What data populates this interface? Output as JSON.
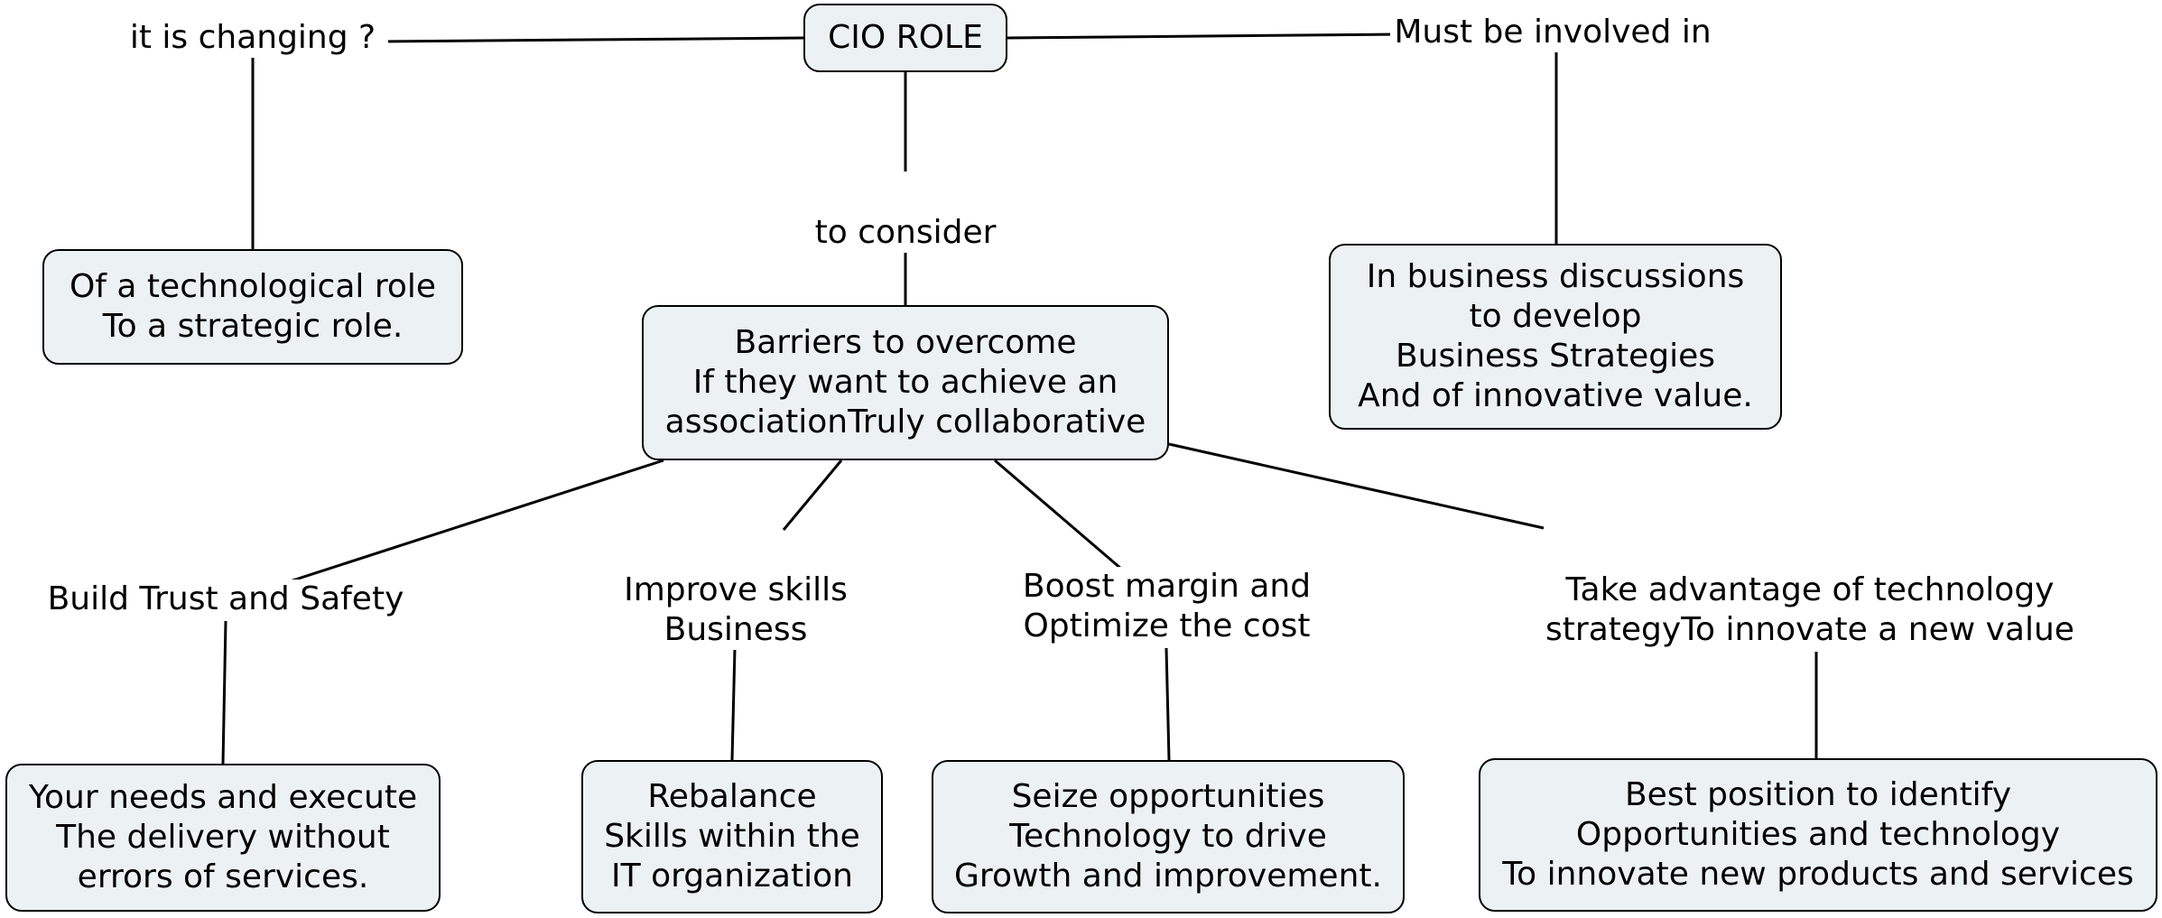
{
  "root": {
    "label": "CIO ROLE"
  },
  "links": {
    "changing": "it is changing ?",
    "involved": "Must be involved in",
    "consider": "to consider",
    "trust": "Build Trust and Safety",
    "skills": [
      "Improve skills",
      "Business"
    ],
    "margin": [
      "Boost margin and",
      "Optimize the cost"
    ],
    "advantage": [
      "Take advantage of technology",
      "strategyTo innovate a new value"
    ]
  },
  "concepts": {
    "technological": [
      "Of a technological role",
      "To a strategic role."
    ],
    "business": [
      "In business discussions",
      "to develop",
      "Business Strategies",
      "And of innovative value."
    ],
    "barriers": [
      "Barriers to overcome",
      "If they want to achieve an",
      "associationTruly collaborative"
    ],
    "needs": [
      "Your needs and execute",
      "The delivery without",
      "errors of services."
    ],
    "rebalance": [
      "Rebalance",
      "Skills within the",
      "IT organization"
    ],
    "seize": [
      "Seize opportunities",
      "Technology to drive",
      "Growth and improvement."
    ],
    "best": [
      "Best position to identify",
      "Opportunities and technology",
      "To innovate new products and services"
    ]
  },
  "colors": {
    "node_fill": "#ecf2f4",
    "stroke": "#000000"
  }
}
